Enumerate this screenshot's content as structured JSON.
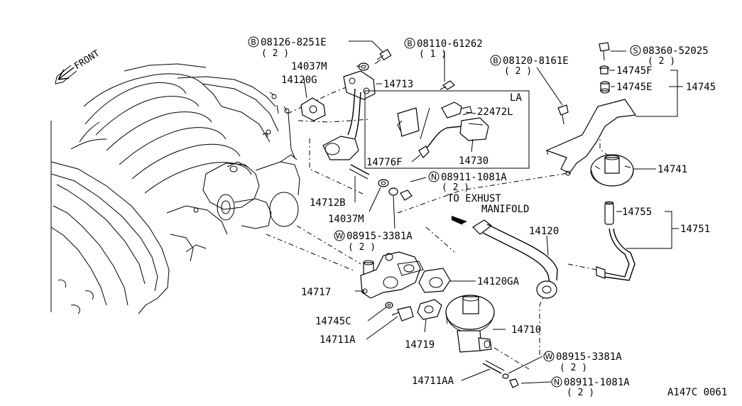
{
  "diagram": {
    "orientation_label": "FRONT",
    "inset_label": "LA",
    "note_line1": "TO EXHUST",
    "note_line2": "MANIFOLD",
    "reference_code": "A147C 0061",
    "callouts": {
      "c08126": {
        "prefix": "B",
        "code": "08126-8251E",
        "qty": "( 2 )"
      },
      "c08110": {
        "prefix": "B",
        "code": "08110-61262",
        "qty": "( 1 )"
      },
      "c08120": {
        "prefix": "B",
        "code": "08120-8161E",
        "qty": "( 2 )"
      },
      "c08360": {
        "prefix": "S",
        "code": "08360-52025",
        "qty": "( 2 )"
      },
      "c08911a": {
        "prefix": "N",
        "code": "08911-1081A",
        "qty": "( 2 )"
      },
      "c08915a": {
        "prefix": "W",
        "code": "08915-3381A",
        "qty": "( 2 )"
      },
      "c08915b": {
        "prefix": "W",
        "code": "08915-3381A",
        "qty": "( 2 )"
      },
      "c08911b": {
        "prefix": "N",
        "code": "08911-1081A",
        "qty": "( 2 )"
      }
    },
    "parts": {
      "p14037m_top": "14037M",
      "p14120g": "14120G",
      "p14713": "14713",
      "p22472l": "22472L",
      "p14745f": "14745F",
      "p14745e": "14745E",
      "p14745": "14745",
      "p14776f": "14776F",
      "p14730": "14730",
      "p14741": "14741",
      "p14712b": "14712B",
      "p14037m_mid": "14037M",
      "p14755": "14755",
      "p14751": "14751",
      "p14120": "14120",
      "p14717": "14717",
      "p14120ga": "14120GA",
      "p14745c": "14745C",
      "p14711a": "14711A",
      "p14719": "14719",
      "p14710": "14710",
      "p14711aa": "14711AA"
    }
  }
}
